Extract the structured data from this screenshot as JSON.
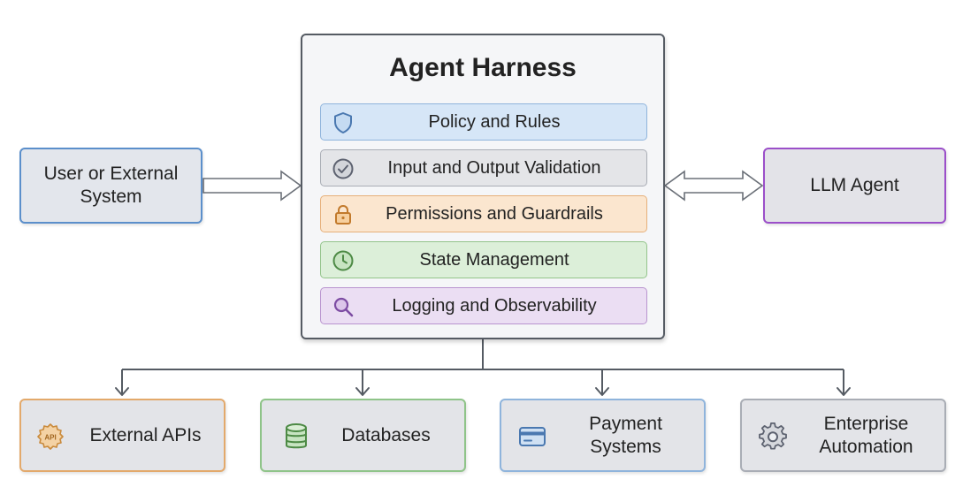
{
  "diagram": {
    "harness": {
      "title": "Agent Harness",
      "layers": [
        {
          "label": "Policy and Rules",
          "icon": "shield-icon",
          "color": "#d6e6f7",
          "border": "#8fb4dc",
          "icon_color": "#4a78b0"
        },
        {
          "label": "Input and Output Validation",
          "icon": "check-circle-icon",
          "color": "#e4e5e8",
          "border": "#a9adb5",
          "icon_color": "#5d6270"
        },
        {
          "label": "Permissions and Guardrails",
          "icon": "lock-icon",
          "color": "#fbe6cf",
          "border": "#e6b07a",
          "icon_color": "#c27a2c"
        },
        {
          "label": "State Management",
          "icon": "clock-icon",
          "color": "#dcefd9",
          "border": "#93c48b",
          "icon_color": "#4d8a45"
        },
        {
          "label": "Logging and Observability",
          "icon": "magnifier-icon",
          "color": "#ebdef3",
          "border": "#b994cf",
          "icon_color": "#7d4ca3"
        }
      ]
    },
    "user_system": {
      "label": "User or External\nSystem",
      "color": "#e3e6ec",
      "border": "#5b8fcb"
    },
    "llm_agent": {
      "label": "LLM Agent",
      "color": "#e3e3e8",
      "border": "#9b4fc9"
    },
    "integrations": [
      {
        "label": "External APIs",
        "icon": "api-gear-icon",
        "color": "#e3e4e8",
        "border": "#e3a96b",
        "icon_color": "#c98a3c"
      },
      {
        "label": "Databases",
        "icon": "database-icon",
        "color": "#e3e4e8",
        "border": "#8fc489",
        "icon_color": "#4d8a45"
      },
      {
        "label": "Payment\nSystems",
        "icon": "credit-card-icon",
        "color": "#e3e4e8",
        "border": "#8fb4dc",
        "icon_color": "#4a78b0"
      },
      {
        "label": "Enterprise\nAutomation",
        "icon": "gear-icon",
        "color": "#e3e4e8",
        "border": "#a9adb5",
        "icon_color": "#5d6270"
      }
    ],
    "edge_color": "#555b63"
  }
}
